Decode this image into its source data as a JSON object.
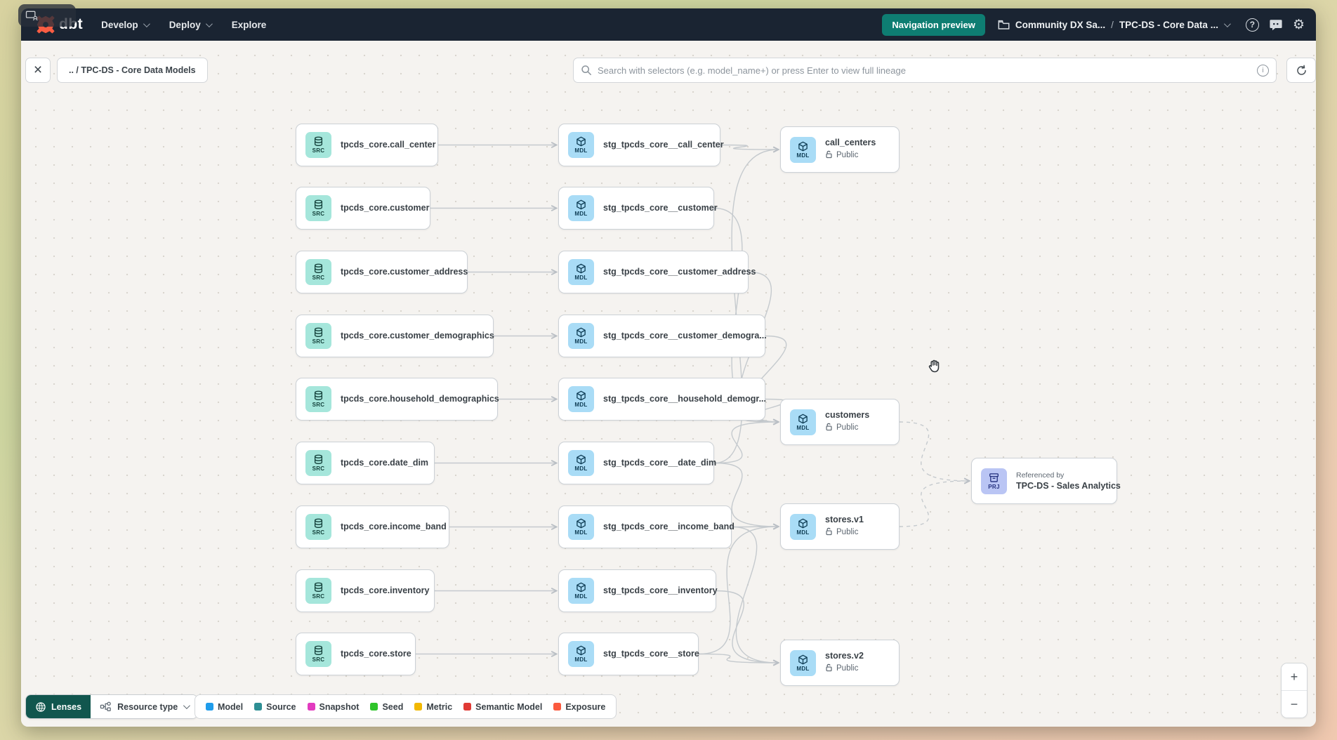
{
  "navbar": {
    "logo_text": "dbt",
    "menus": [
      {
        "label": "Develop"
      },
      {
        "label": "Deploy"
      },
      {
        "label": "Explore"
      }
    ],
    "preview_button": "Navigation preview",
    "breadcrumb": {
      "project": "Community DX Sa...",
      "separator": "/",
      "page": "TPC-DS - Core Data ..."
    }
  },
  "toolbar": {
    "close_label": "×",
    "breadcrumb": ".. / TPC-DS - Core Data Models",
    "search_placeholder": "Search with selectors (e.g. model_name+) or press Enter to view full lineage"
  },
  "graph": {
    "nodes": [
      {
        "id": "src_call_center",
        "badge": "SRC",
        "label": "tpcds_core.call_center"
      },
      {
        "id": "src_customer",
        "badge": "SRC",
        "label": "tpcds_core.customer"
      },
      {
        "id": "src_customer_address",
        "badge": "SRC",
        "label": "tpcds_core.customer_address"
      },
      {
        "id": "src_customer_demographics",
        "badge": "SRC",
        "label": "tpcds_core.customer_demographics"
      },
      {
        "id": "src_household_demographics",
        "badge": "SRC",
        "label": "tpcds_core.household_demographics"
      },
      {
        "id": "src_date_dim",
        "badge": "SRC",
        "label": "tpcds_core.date_dim"
      },
      {
        "id": "src_income_band",
        "badge": "SRC",
        "label": "tpcds_core.income_band"
      },
      {
        "id": "src_inventory",
        "badge": "SRC",
        "label": "tpcds_core.inventory"
      },
      {
        "id": "src_store",
        "badge": "SRC",
        "label": "tpcds_core.store"
      },
      {
        "id": "stg_call_center",
        "badge": "MDL",
        "label": "stg_tpcds_core__call_center"
      },
      {
        "id": "stg_customer",
        "badge": "MDL",
        "label": "stg_tpcds_core__customer"
      },
      {
        "id": "stg_customer_address",
        "badge": "MDL",
        "label": "stg_tpcds_core__customer_address"
      },
      {
        "id": "stg_customer_demographics",
        "badge": "MDL",
        "label": "stg_tpcds_core__customer_demogra..."
      },
      {
        "id": "stg_household_demographics",
        "badge": "MDL",
        "label": "stg_tpcds_core__household_demogr..."
      },
      {
        "id": "stg_date_dim",
        "badge": "MDL",
        "label": "stg_tpcds_core__date_dim"
      },
      {
        "id": "stg_income_band",
        "badge": "MDL",
        "label": "stg_tpcds_core__income_band"
      },
      {
        "id": "stg_inventory",
        "badge": "MDL",
        "label": "stg_tpcds_core__inventory"
      },
      {
        "id": "stg_store",
        "badge": "MDL",
        "label": "stg_tpcds_core__store"
      },
      {
        "id": "call_centers",
        "badge": "MDL",
        "label": "call_centers",
        "visibility": "Public"
      },
      {
        "id": "customers",
        "badge": "MDL",
        "label": "customers",
        "visibility": "Public"
      },
      {
        "id": "stores_v1",
        "badge": "MDL",
        "label": "stores.v1",
        "visibility": "Public"
      },
      {
        "id": "stores_v2",
        "badge": "MDL",
        "label": "stores.v2",
        "visibility": "Public"
      },
      {
        "id": "prj_sales",
        "badge": "PRJ",
        "caption": "Referenced by",
        "label": "TPC-DS - Sales Analytics"
      }
    ],
    "edges": [
      {
        "from": "src_call_center",
        "to": "stg_call_center"
      },
      {
        "from": "src_customer",
        "to": "stg_customer"
      },
      {
        "from": "src_customer_address",
        "to": "stg_customer_address"
      },
      {
        "from": "src_customer_demographics",
        "to": "stg_customer_demographics"
      },
      {
        "from": "src_household_demographics",
        "to": "stg_household_demographics"
      },
      {
        "from": "src_date_dim",
        "to": "stg_date_dim"
      },
      {
        "from": "src_income_band",
        "to": "stg_income_band"
      },
      {
        "from": "src_inventory",
        "to": "stg_inventory"
      },
      {
        "from": "src_store",
        "to": "stg_store"
      },
      {
        "from": "stg_call_center",
        "to": "call_centers"
      },
      {
        "from": "stg_date_dim",
        "to": "call_centers"
      },
      {
        "from": "stg_customer",
        "to": "customers"
      },
      {
        "from": "stg_customer_address",
        "to": "customers"
      },
      {
        "from": "stg_customer_demographics",
        "to": "customers"
      },
      {
        "from": "stg_household_demographics",
        "to": "customers"
      },
      {
        "from": "stg_date_dim",
        "to": "customers"
      },
      {
        "from": "stg_income_band",
        "to": "stores_v1"
      },
      {
        "from": "stg_store",
        "to": "stores_v1"
      },
      {
        "from": "stg_date_dim",
        "to": "stores_v1"
      },
      {
        "from": "stg_income_band",
        "to": "stores_v2"
      },
      {
        "from": "stg_inventory",
        "to": "stores_v2"
      },
      {
        "from": "stg_store",
        "to": "stores_v2"
      },
      {
        "from": "customers",
        "to": "prj_sales",
        "dashed": true
      },
      {
        "from": "stores_v1",
        "to": "prj_sales",
        "dashed": true
      }
    ]
  },
  "footer": {
    "lenses_label": "Lenses",
    "resource_type_label": "Resource type",
    "legend": [
      {
        "label": "Model",
        "color": "#1f9ceb"
      },
      {
        "label": "Source",
        "color": "#2e8f94"
      },
      {
        "label": "Snapshot",
        "color": "#e23bbf"
      },
      {
        "label": "Seed",
        "color": "#2fc42a"
      },
      {
        "label": "Metric",
        "color": "#f2b801"
      },
      {
        "label": "Semantic Model",
        "color": "#e03a34"
      },
      {
        "label": "Exposure",
        "color": "#fb5a3e"
      }
    ]
  },
  "zoom_controls": {
    "zoom_in": "+",
    "zoom_out": "−"
  },
  "colors": {
    "navbar_bg": "#1a2432",
    "accent_teal": "#0e7d72",
    "brand_orange": "#fa5d43",
    "badge_src_bg": "#a5e6db",
    "badge_mdl_bg": "#a9dcf6",
    "badge_prj_bg": "#bac5f4"
  }
}
